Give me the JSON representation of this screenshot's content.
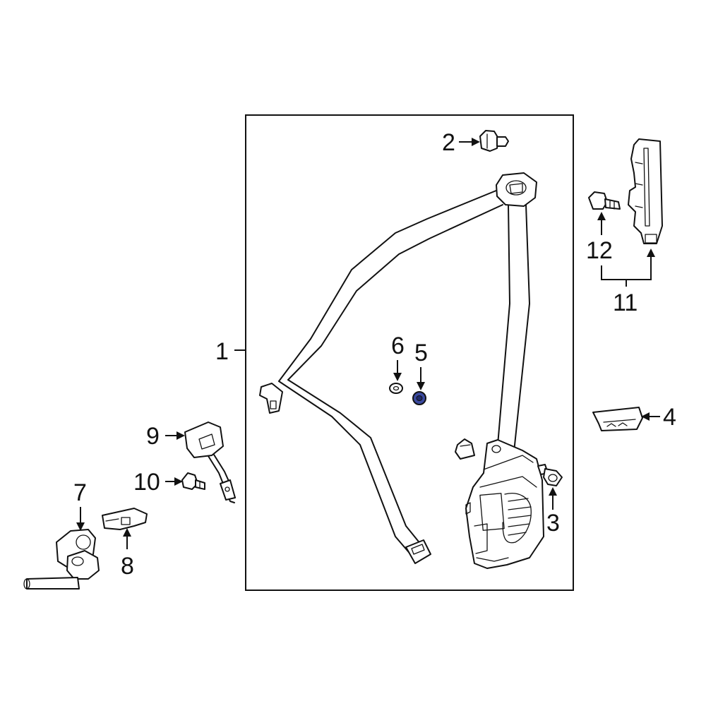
{
  "callouts": {
    "c1": "1",
    "c2": "2",
    "c3": "3",
    "c4": "4",
    "c5": "5",
    "c6": "6",
    "c7": "7",
    "c8": "8",
    "c9": "9",
    "c10": "10",
    "c11": "11",
    "c12": "12"
  },
  "colors": {
    "line": "#111111",
    "background": "#ffffff",
    "highlight_part": "#3b4aa0"
  },
  "highlighted_part": "5"
}
